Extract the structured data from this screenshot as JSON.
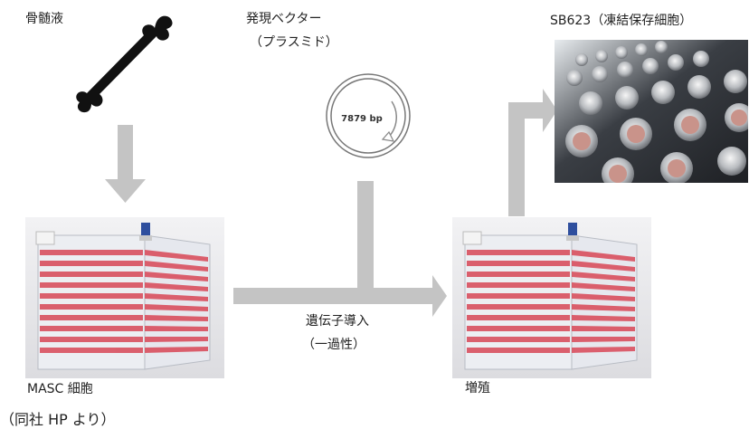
{
  "labels": {
    "bone_marrow": "骨髄液",
    "vector_line1": "発現ベクター",
    "vector_line2": "（プラスミド）",
    "plasmid_size": "7879 bp",
    "product": "SB623（凍結保存細胞）",
    "masc_cells": "MASC 細胞",
    "transfection_line1": "遺伝子導入",
    "transfection_line2": "（一過性）",
    "expansion": "増殖",
    "source": "（同社 HP より）"
  },
  "colors": {
    "arrow": "#c4c4c4",
    "medium": "#d9505f",
    "bone": "#111111",
    "cap_blue": "#2f4f9e"
  }
}
